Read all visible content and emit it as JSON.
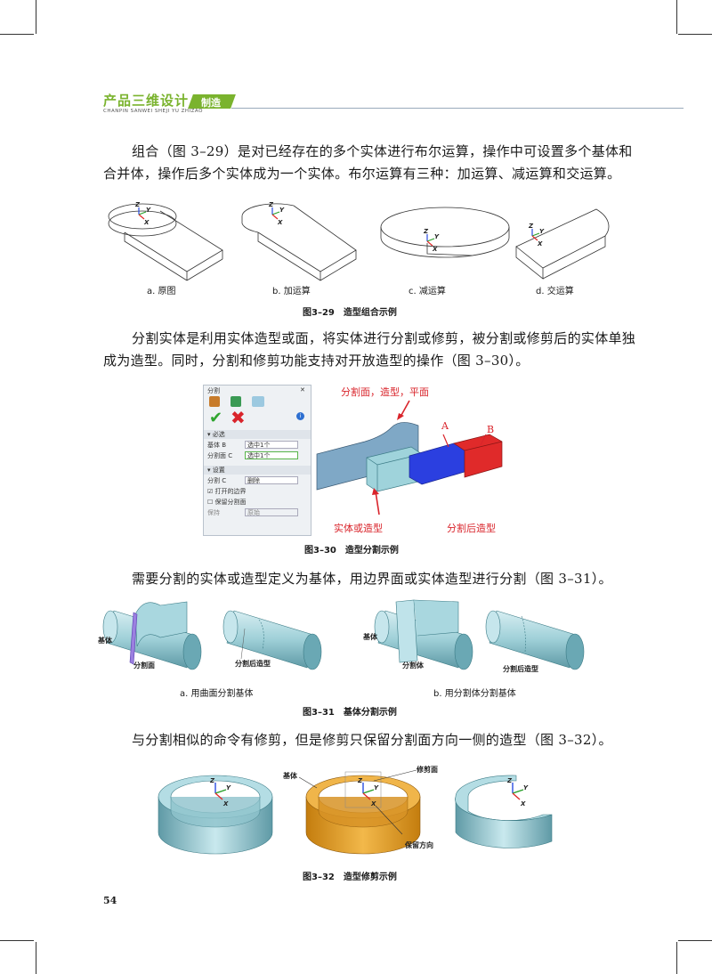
{
  "header": {
    "title": "产品三维设计",
    "pinyin": "CHANPIN SANWEI SHEJI YU ZHIZAO",
    "tag": "制造"
  },
  "paragraphs": {
    "p1": "组合（图 3–29）是对已经存在的多个实体进行布尔运算，操作中可设置多个基体和合并体，操作后多个实体成为一个实体。布尔运算有三种：加运算、减运算和交运算。",
    "p2": "分割实体是利用实体造型或面，将实体进行分割或修剪，被分割或修剪后的实体单独成为造型。同时，分割和修剪功能支持对开放造型的操作（图 3–30）。",
    "p3": "需要分割的实体或造型定义为基体，用边界面或实体造型进行分割（图 3–31）。",
    "p4": "与分割相似的命令有修剪，但是修剪只保留分割面方向一侧的造型（图 3–32）。"
  },
  "fig29": {
    "subs": [
      "a. 原图",
      "b. 加运算",
      "c. 减运算",
      "d. 交运算"
    ],
    "caption": "图3–29　造型组合示例",
    "axes": {
      "z": "Z",
      "y": "Y",
      "x": "X"
    }
  },
  "fig30": {
    "caption": "图3–30　造型分割示例",
    "dialog": {
      "title": "分割",
      "sec1": "▾ 必选",
      "base_label": "基体 B",
      "base_value": "选中1个",
      "cut_label": "分割面 C",
      "cut_value": "选中1个",
      "sec2": "▾ 设置",
      "mode_label": "分割 C",
      "mode_value": "删除",
      "opt1": "打开的边界",
      "opt2": "保留分割面",
      "last_label": "保持",
      "last_value": "原始"
    },
    "labels": {
      "surface": "分割面，造型，平面",
      "a": "A",
      "b": "B",
      "solid": "实体或造型",
      "after": "分割后造型"
    },
    "colors": {
      "red": "#d9242b",
      "blue": "#2b3fe0",
      "part_red": "#e02a2a",
      "teal": "#8fc3d0"
    }
  },
  "fig31": {
    "caption": "图3–31　基体分割示例",
    "sub_a": "a. 用曲面分割基体",
    "sub_b": "b. 用分割体分割基体",
    "labels": {
      "base_a": "基体",
      "cut_surface": "分割面",
      "after_a": "分割后造型",
      "base_b": "基体",
      "cut_body": "分割体",
      "after_b": "分割后造型"
    }
  },
  "fig32": {
    "caption": "图3–32　造型修剪示例",
    "labels": {
      "base": "基体",
      "trim_surface": "修剪面",
      "keep_dir": "保留方向"
    },
    "colors": {
      "ring": "#9fd0d8",
      "orange": "#e8a11f"
    }
  },
  "page_number": "54"
}
